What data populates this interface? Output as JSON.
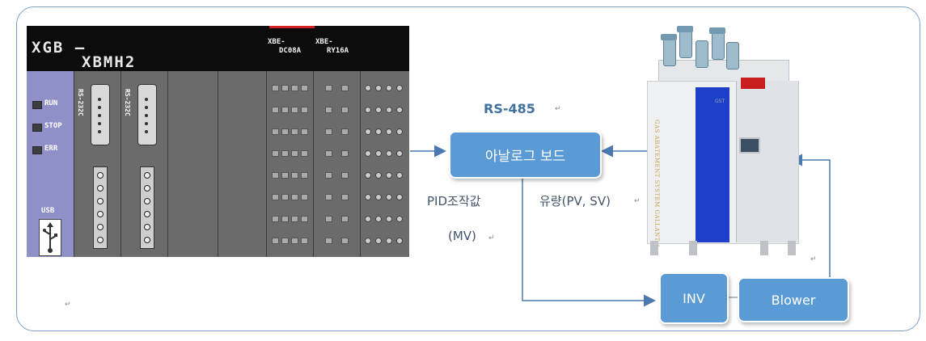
{
  "plc": {
    "brand_line1": "XGB —",
    "brand_line2": "XBMH2",
    "module1_line1": "XBE-",
    "module1_line2": "DC08A",
    "module2_line1": "XBE-",
    "module2_line2": "RY16A",
    "led_run": "RUN",
    "led_stop": "STOP",
    "led_err": "ERR",
    "usb_label": "USB",
    "port_label": "RS-232C"
  },
  "labels": {
    "rs485": "RS-485",
    "analog_board": "아날로그 보드",
    "pid_line1": "PID조작값",
    "pid_line2": "(MV)",
    "flow": "유량(PV, SV)",
    "inv": "INV",
    "blower": "Blower"
  },
  "machine": {
    "vertical_text": "GAS ABATEMENT SYSTEM GALLANT A",
    "logo": "GST"
  },
  "colors": {
    "box_fill": "#5b9bd5",
    "arrow": "#4a78b0",
    "frame": "#7f9fc8",
    "cpu_panel": "#9090c8"
  }
}
